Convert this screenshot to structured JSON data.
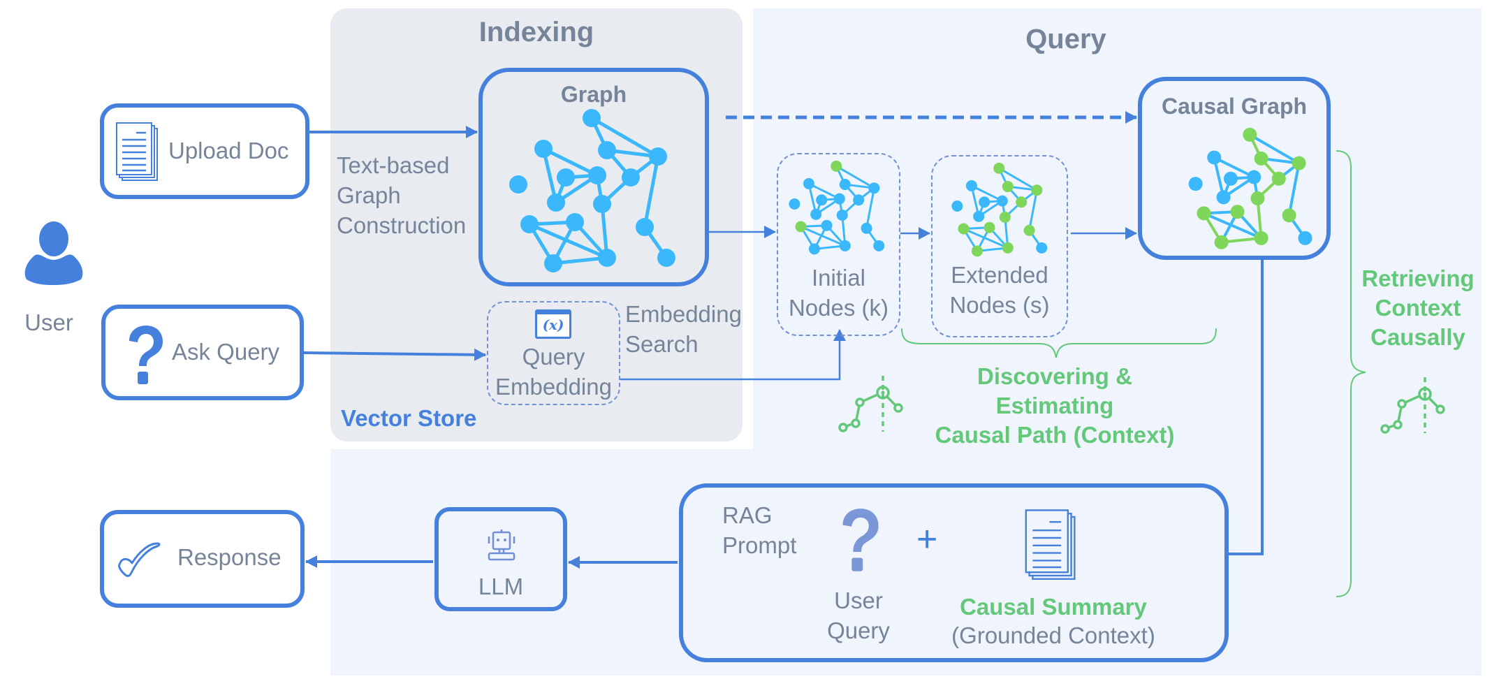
{
  "sections": {
    "indexing": "Indexing",
    "query": "Query",
    "vector_store": "Vector Store"
  },
  "user": {
    "label": "User",
    "icon": "user-icon"
  },
  "nodes": {
    "upload_doc": {
      "label": "Upload Doc",
      "icon": "document-stack-icon"
    },
    "ask_query": {
      "label": "Ask Query",
      "icon": "question-mark-icon"
    },
    "response": {
      "label": "Response",
      "icon": "checkmark-icon"
    },
    "llm": {
      "label": "LLM",
      "icon": "robot-icon"
    },
    "graph": {
      "title": "Graph"
    },
    "causal_graph": {
      "title": "Causal Graph"
    },
    "query_embedding": {
      "lines": [
        "Query",
        "Embedding"
      ],
      "icon": "variable-x-icon",
      "icon_text": "(x)"
    },
    "initial_nodes": {
      "lines": [
        "Initial",
        "Nodes (k)"
      ]
    },
    "extended_nodes": {
      "lines": [
        "Extended",
        "Nodes (s)"
      ]
    },
    "rag_prompt": {
      "title_lines": [
        "RAG",
        "Prompt"
      ],
      "user_query_lines": [
        "User",
        "Query"
      ],
      "plus": "+",
      "summary_title": "Causal Summary",
      "summary_subtitle": "(Grounded Context)"
    }
  },
  "edge_labels": {
    "text_based_graph_construction": [
      "Text-based",
      "Graph",
      "Construction"
    ],
    "embedding_search": [
      "Embedding",
      "Search"
    ]
  },
  "annotations": {
    "discovering": [
      "Discovering &",
      "Estimating",
      "Causal Path (Context)"
    ],
    "retrieving": [
      "Retrieving",
      "Context",
      "Causally"
    ]
  },
  "colors": {
    "accent_blue": "#4581DC",
    "node_blue": "#3BB8FC",
    "node_green": "#7ED65A",
    "annotation_green": "#63C879",
    "text_grey": "#76849A",
    "indexing_bg": "#E8ECF1",
    "query_bg": "#F0F4FC"
  },
  "graph_structure": {
    "nodes": [
      "A",
      "B",
      "C",
      "D",
      "E",
      "F",
      "G",
      "H",
      "I",
      "J",
      "K",
      "L",
      "M",
      "N",
      "O",
      "P"
    ],
    "edges": [
      [
        "A",
        "C"
      ],
      [
        "A",
        "D"
      ],
      [
        "C",
        "D"
      ],
      [
        "C",
        "G"
      ],
      [
        "G",
        "D"
      ],
      [
        "D",
        "M"
      ],
      [
        "M",
        "P"
      ],
      [
        "B",
        "F"
      ],
      [
        "B",
        "I"
      ],
      [
        "E",
        "F"
      ],
      [
        "E",
        "I"
      ],
      [
        "I",
        "F"
      ],
      [
        "F",
        "J"
      ],
      [
        "J",
        "G"
      ],
      [
        "J",
        "O"
      ],
      [
        "K",
        "L"
      ],
      [
        "K",
        "O"
      ],
      [
        "K",
        "N"
      ],
      [
        "L",
        "N"
      ],
      [
        "L",
        "O"
      ],
      [
        "N",
        "O"
      ]
    ],
    "highlight": {
      "graph": [],
      "initial": [
        "A",
        "K"
      ],
      "extended": [
        "A",
        "C",
        "D",
        "G",
        "J",
        "K",
        "L",
        "M",
        "N",
        "O"
      ],
      "causal": [
        "A",
        "C",
        "D",
        "G",
        "J",
        "K",
        "L",
        "M",
        "N",
        "O"
      ]
    },
    "highlight_edges_causal": [
      [
        "A",
        "C"
      ],
      [
        "C",
        "G"
      ],
      [
        "G",
        "J"
      ],
      [
        "J",
        "O"
      ],
      [
        "K",
        "N"
      ],
      [
        "N",
        "O"
      ]
    ]
  }
}
